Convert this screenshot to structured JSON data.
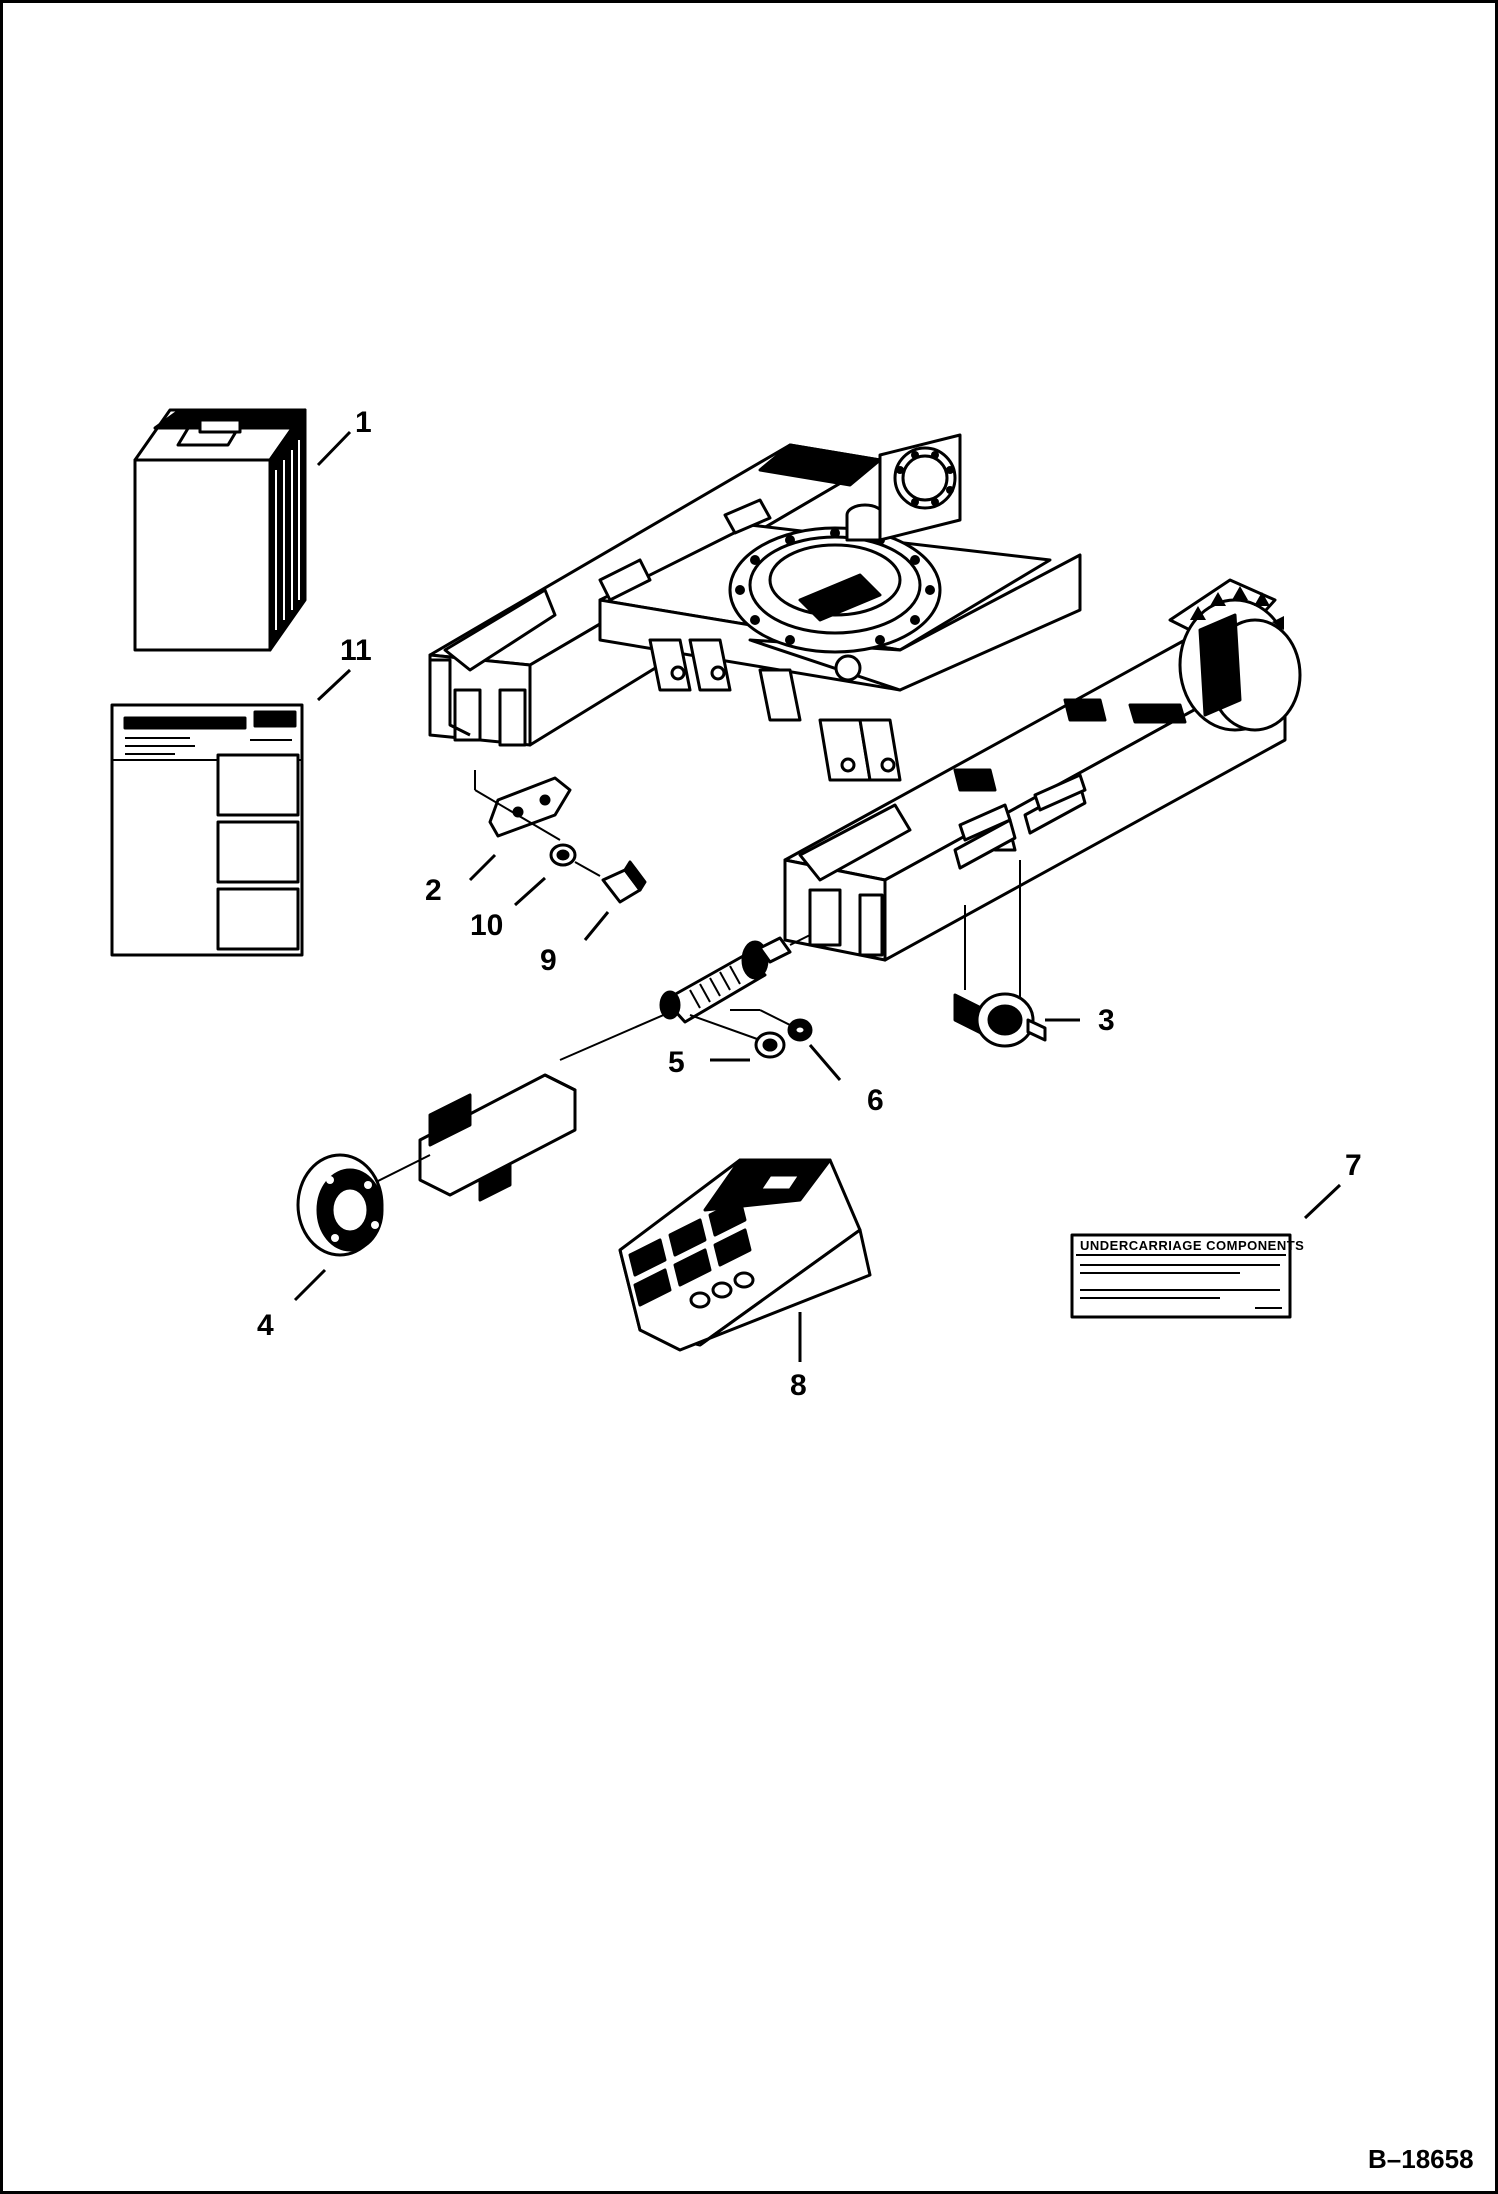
{
  "callouts": {
    "c1": "1",
    "c2": "2",
    "c3": "3",
    "c4": "4",
    "c5": "5",
    "c6": "6",
    "c7": "7",
    "c8": "8",
    "c9": "9",
    "c10": "10",
    "c11": "11"
  },
  "decal": {
    "title": "UNDERCARRIAGE COMPONENTS"
  },
  "figure_ref": "B–18658"
}
